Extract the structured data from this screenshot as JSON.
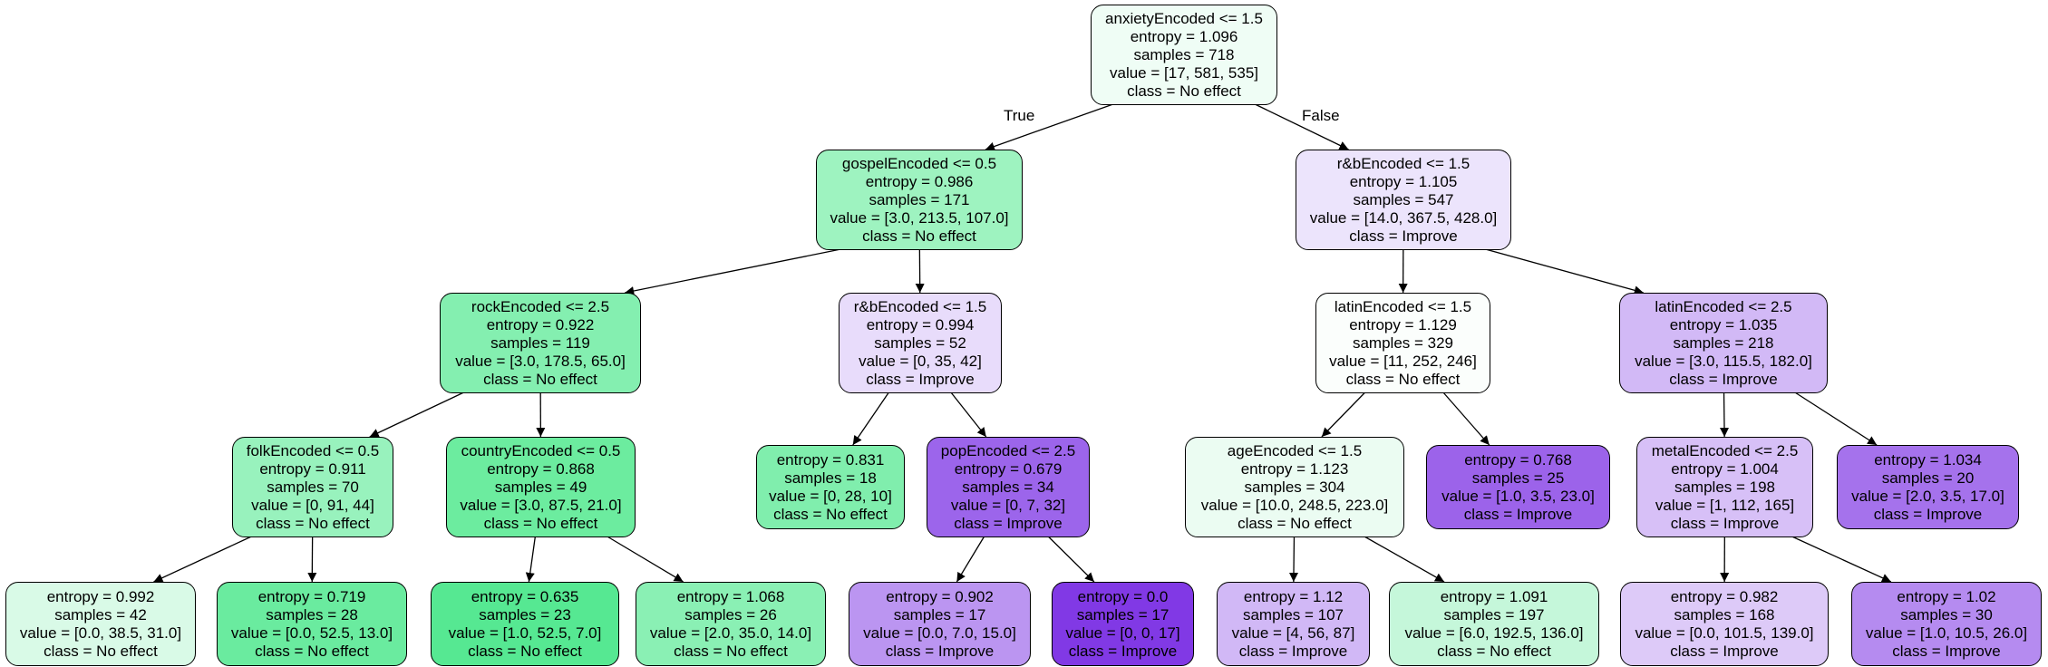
{
  "edge_labels": {
    "true": "True",
    "false": "False"
  },
  "nodes": [
    {
      "lines": [
        "anxietyEncoded <= 1.5",
        "entropy = 1.096",
        "samples = 718",
        "value = [17, 581, 535]",
        "class = No effect"
      ],
      "fill": "#effdf5"
    },
    {
      "lines": [
        "gospelEncoded <= 0.5",
        "entropy = 0.986",
        "samples = 171",
        "value = [3.0, 213.5, 107.0]",
        "class = No effect"
      ],
      "fill": "#9ef3c0"
    },
    {
      "lines": [
        "r&bEncoded <= 1.5",
        "entropy = 1.105",
        "samples = 547",
        "value = [14.0, 367.5, 428.0]",
        "class = Improve"
      ],
      "fill": "#ece4fc"
    },
    {
      "lines": [
        "rockEncoded <= 2.5",
        "entropy = 0.922",
        "samples = 119",
        "value = [3.0, 178.5, 65.0]",
        "class = No effect"
      ],
      "fill": "#84efb0"
    },
    {
      "lines": [
        "r&bEncoded <= 1.5",
        "entropy = 0.994",
        "samples = 52",
        "value = [0, 35, 42]",
        "class = Improve"
      ],
      "fill": "#e8dcfb"
    },
    {
      "lines": [
        "latinEncoded <= 1.5",
        "entropy = 1.129",
        "samples = 329",
        "value = [11, 252, 246]",
        "class = No effect"
      ],
      "fill": "#fbfefc"
    },
    {
      "lines": [
        "latinEncoded <= 2.5",
        "entropy = 1.035",
        "samples = 218",
        "value = [3.0, 115.5, 182.0]",
        "class = Improve"
      ],
      "fill": "#d2b9f6"
    },
    {
      "lines": [
        "folkEncoded <= 0.5",
        "entropy = 0.911",
        "samples = 70",
        "value = [0, 91, 44]",
        "class = No effect"
      ],
      "fill": "#98f2bd"
    },
    {
      "lines": [
        "countryEncoded <= 0.5",
        "entropy = 0.868",
        "samples = 49",
        "value = [3.0, 87.5, 21.0]",
        "class = No effect"
      ],
      "fill": "#6cec9f"
    },
    {
      "lines": [
        "entropy = 0.831",
        "samples = 18",
        "value = [0, 28, 10]",
        "class = No effect"
      ],
      "fill": "#80eead"
    },
    {
      "lines": [
        "popEncoded <= 2.5",
        "entropy = 0.679",
        "samples = 34",
        "value = [0, 7, 32]",
        "class = Improve"
      ],
      "fill": "#9c65eb"
    },
    {
      "lines": [
        "ageEncoded <= 1.5",
        "entropy = 1.123",
        "samples = 304",
        "value = [10.0, 248.5, 223.0]",
        "class = No effect"
      ],
      "fill": "#ebfcf2"
    },
    {
      "lines": [
        "entropy = 0.768",
        "samples = 25",
        "value = [1.0, 3.5, 23.0]",
        "class = Improve"
      ],
      "fill": "#9c63ea"
    },
    {
      "lines": [
        "metalEncoded <= 2.5",
        "entropy = 1.004",
        "samples = 198",
        "value = [1, 112, 165]",
        "class = Improve"
      ],
      "fill": "#d7c0f7"
    },
    {
      "lines": [
        "entropy = 1.034",
        "samples = 20",
        "value = [2.0, 3.5, 17.0]",
        "class = Improve"
      ],
      "fill": "#a572ec"
    },
    {
      "lines": [
        "entropy = 0.992",
        "samples = 42",
        "value = [0.0, 38.5, 31.0]",
        "class = No effect"
      ],
      "fill": "#d9fae7"
    },
    {
      "lines": [
        "entropy = 0.719",
        "samples = 28",
        "value = [0.0, 52.5, 13.0]",
        "class = No effect"
      ],
      "fill": "#6aeb9f"
    },
    {
      "lines": [
        "entropy = 0.635",
        "samples = 23",
        "value = [1.0, 52.5, 7.0]",
        "class = No effect"
      ],
      "fill": "#56e892"
    },
    {
      "lines": [
        "entropy = 1.068",
        "samples = 26",
        "value = [2.0, 35.0, 14.0]",
        "class = No effect"
      ],
      "fill": "#8af0b4"
    },
    {
      "lines": [
        "entropy = 0.902",
        "samples = 17",
        "value = [0.0, 7.0, 15.0]",
        "class = Improve"
      ],
      "fill": "#bb95f1"
    },
    {
      "lines": [
        "entropy = 0.0",
        "samples = 17",
        "value = [0, 0, 17]",
        "class = Improve"
      ],
      "fill": "#8139e5"
    },
    {
      "lines": [
        "entropy = 1.12",
        "samples = 107",
        "value = [4, 56, 87]",
        "class = Improve"
      ],
      "fill": "#d1b8f6"
    },
    {
      "lines": [
        "entropy = 1.091",
        "samples = 197",
        "value = [6.0, 192.5, 136.0]",
        "class = No effect"
      ],
      "fill": "#c5f7da"
    },
    {
      "lines": [
        "entropy = 0.982",
        "samples = 168",
        "value = [0.0, 101.5, 139.0]",
        "class = Improve"
      ],
      "fill": "#ddcaf8"
    },
    {
      "lines": [
        "entropy = 1.02",
        "samples = 30",
        "value = [1.0, 10.5, 26.0]",
        "class = Improve"
      ],
      "fill": "#b58bf0"
    }
  ]
}
